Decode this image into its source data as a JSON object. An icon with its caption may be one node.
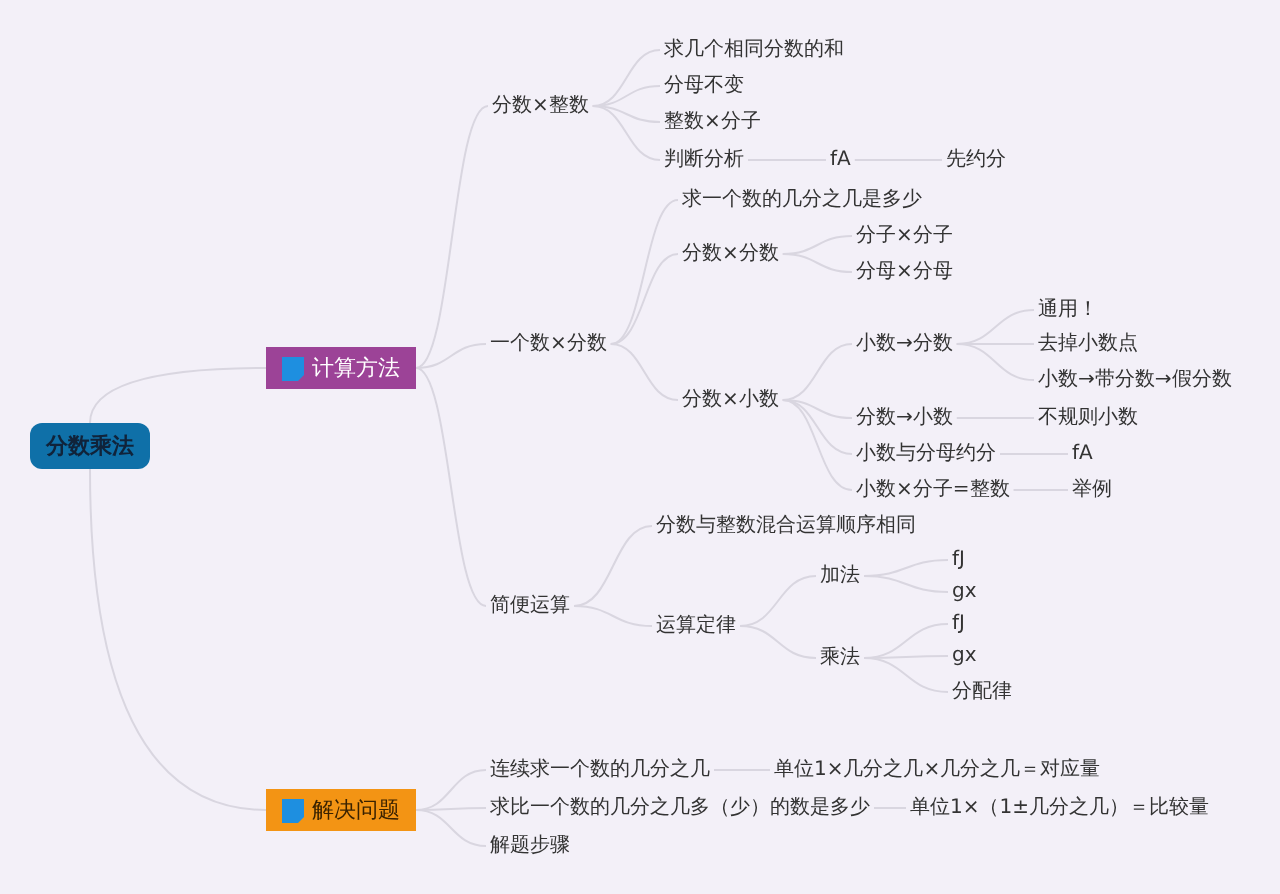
{
  "diagram": {
    "nodes": [
      {
        "text": [
          "分数乘法"
        ]
      },
      {
        "text": [
          "计算方法"
        ]
      },
      {
        "text": [
          "分数×整数"
        ]
      },
      {
        "text": [
          "求几个相同分数的和"
        ]
      },
      {
        "text": [
          "分母不变"
        ]
      },
      {
        "text": [
          "整数×分子"
        ]
      },
      {
        "text": [
          "判断分析"
        ]
      },
      {
        "text": [
          "fA"
        ]
      },
      {
        "text": [
          "先约分"
        ]
      },
      {
        "text": [
          "一个数×分数"
        ]
      },
      {
        "text": [
          "求一个数的几分之几是多少"
        ]
      },
      {
        "text": [
          "分数×分数"
        ]
      },
      {
        "text": [
          "分子×分子"
        ]
      },
      {
        "text": [
          "分母×分母"
        ]
      },
      {
        "text": [
          "分数×小数"
        ]
      },
      {
        "text": [
          "小数→分数"
        ]
      },
      {
        "text": [
          "通用！"
        ]
      },
      {
        "text": [
          "去掉小数点"
        ]
      },
      {
        "text": [
          "小数→带分数→假分数"
        ]
      },
      {
        "text": [
          "分数→小数"
        ]
      },
      {
        "text": [
          "不规则小数"
        ]
      },
      {
        "text": [
          "小数与分母约分"
        ]
      },
      {
        "text": [
          "fA"
        ]
      },
      {
        "text": [
          "小数×分子=整数"
        ]
      },
      {
        "text": [
          "举例"
        ]
      },
      {
        "text": [
          "简便运算"
        ]
      },
      {
        "text": [
          "分数与整数混合运算顺序相同"
        ]
      },
      {
        "text": [
          "运算定律"
        ]
      },
      {
        "text": [
          "加法"
        ]
      },
      {
        "text": [
          "fJ"
        ]
      },
      {
        "text": [
          "gx"
        ]
      },
      {
        "text": [
          "乘法"
        ]
      },
      {
        "text": [
          "fJ"
        ]
      },
      {
        "text": [
          "gx"
        ]
      },
      {
        "text": [
          "分配律"
        ]
      },
      {
        "text": [
          "解决问题"
        ]
      },
      {
        "text": [
          "连续求一个数的几分之几"
        ]
      },
      {
        "text": [
          "单位1×几分之几×几分之几＝对应量"
        ]
      },
      {
        "text": [
          "求比一个数的几分之几多（少）的数是多少"
        ]
      },
      {
        "text": [
          "单位1×（1±几分之几）＝比较量"
        ]
      },
      {
        "text": [
          "解题步骤"
        ]
      }
    ],
    "edges": [
      {
        "from": 0,
        "to": 1,
        "arrow": "none"
      },
      {
        "from": 0,
        "to": 35,
        "arrow": "none"
      },
      {
        "from": 1,
        "to": 2,
        "arrow": "none"
      },
      {
        "from": 1,
        "to": 9,
        "arrow": "none"
      },
      {
        "from": 1,
        "to": 25,
        "arrow": "none"
      },
      {
        "from": 2,
        "to": 3,
        "arrow": "none"
      },
      {
        "from": 2,
        "to": 4,
        "arrow": "none"
      },
      {
        "from": 2,
        "to": 5,
        "arrow": "none"
      },
      {
        "from": 2,
        "to": 6,
        "arrow": "none"
      },
      {
        "from": 6,
        "to": 7,
        "arrow": "none"
      },
      {
        "from": 7,
        "to": 8,
        "arrow": "none"
      },
      {
        "from": 9,
        "to": 10,
        "arrow": "none"
      },
      {
        "from": 9,
        "to": 11,
        "arrow": "none"
      },
      {
        "from": 9,
        "to": 14,
        "arrow": "none"
      },
      {
        "from": 11,
        "to": 12,
        "arrow": "none"
      },
      {
        "from": 11,
        "to": 13,
        "arrow": "none"
      },
      {
        "from": 14,
        "to": 15,
        "arrow": "none"
      },
      {
        "from": 14,
        "to": 19,
        "arrow": "none"
      },
      {
        "from": 14,
        "to": 21,
        "arrow": "none"
      },
      {
        "from": 14,
        "to": 23,
        "arrow": "none"
      },
      {
        "from": 15,
        "to": 16,
        "arrow": "none"
      },
      {
        "from": 15,
        "to": 17,
        "arrow": "none"
      },
      {
        "from": 15,
        "to": 18,
        "arrow": "none"
      },
      {
        "from": 19,
        "to": 20,
        "arrow": "none"
      },
      {
        "from": 21,
        "to": 22,
        "arrow": "none"
      },
      {
        "from": 23,
        "to": 24,
        "arrow": "none"
      },
      {
        "from": 25,
        "to": 26,
        "arrow": "none"
      },
      {
        "from": 25,
        "to": 27,
        "arrow": "none"
      },
      {
        "from": 27,
        "to": 28,
        "arrow": "none"
      },
      {
        "from": 27,
        "to": 31,
        "arrow": "none"
      },
      {
        "from": 28,
        "to": 29,
        "arrow": "none"
      },
      {
        "from": 28,
        "to": 30,
        "arrow": "none"
      },
      {
        "from": 31,
        "to": 32,
        "arrow": "none"
      },
      {
        "from": 31,
        "to": 33,
        "arrow": "none"
      },
      {
        "from": 31,
        "to": 34,
        "arrow": "none"
      },
      {
        "from": 35,
        "to": 36,
        "arrow": "none"
      },
      {
        "from": 35,
        "to": 38,
        "arrow": "none"
      },
      {
        "from": 35,
        "to": 40,
        "arrow": "none"
      },
      {
        "from": 36,
        "to": 37,
        "arrow": "none"
      },
      {
        "from": 38,
        "to": 39,
        "arrow": "none"
      }
    ]
  }
}
